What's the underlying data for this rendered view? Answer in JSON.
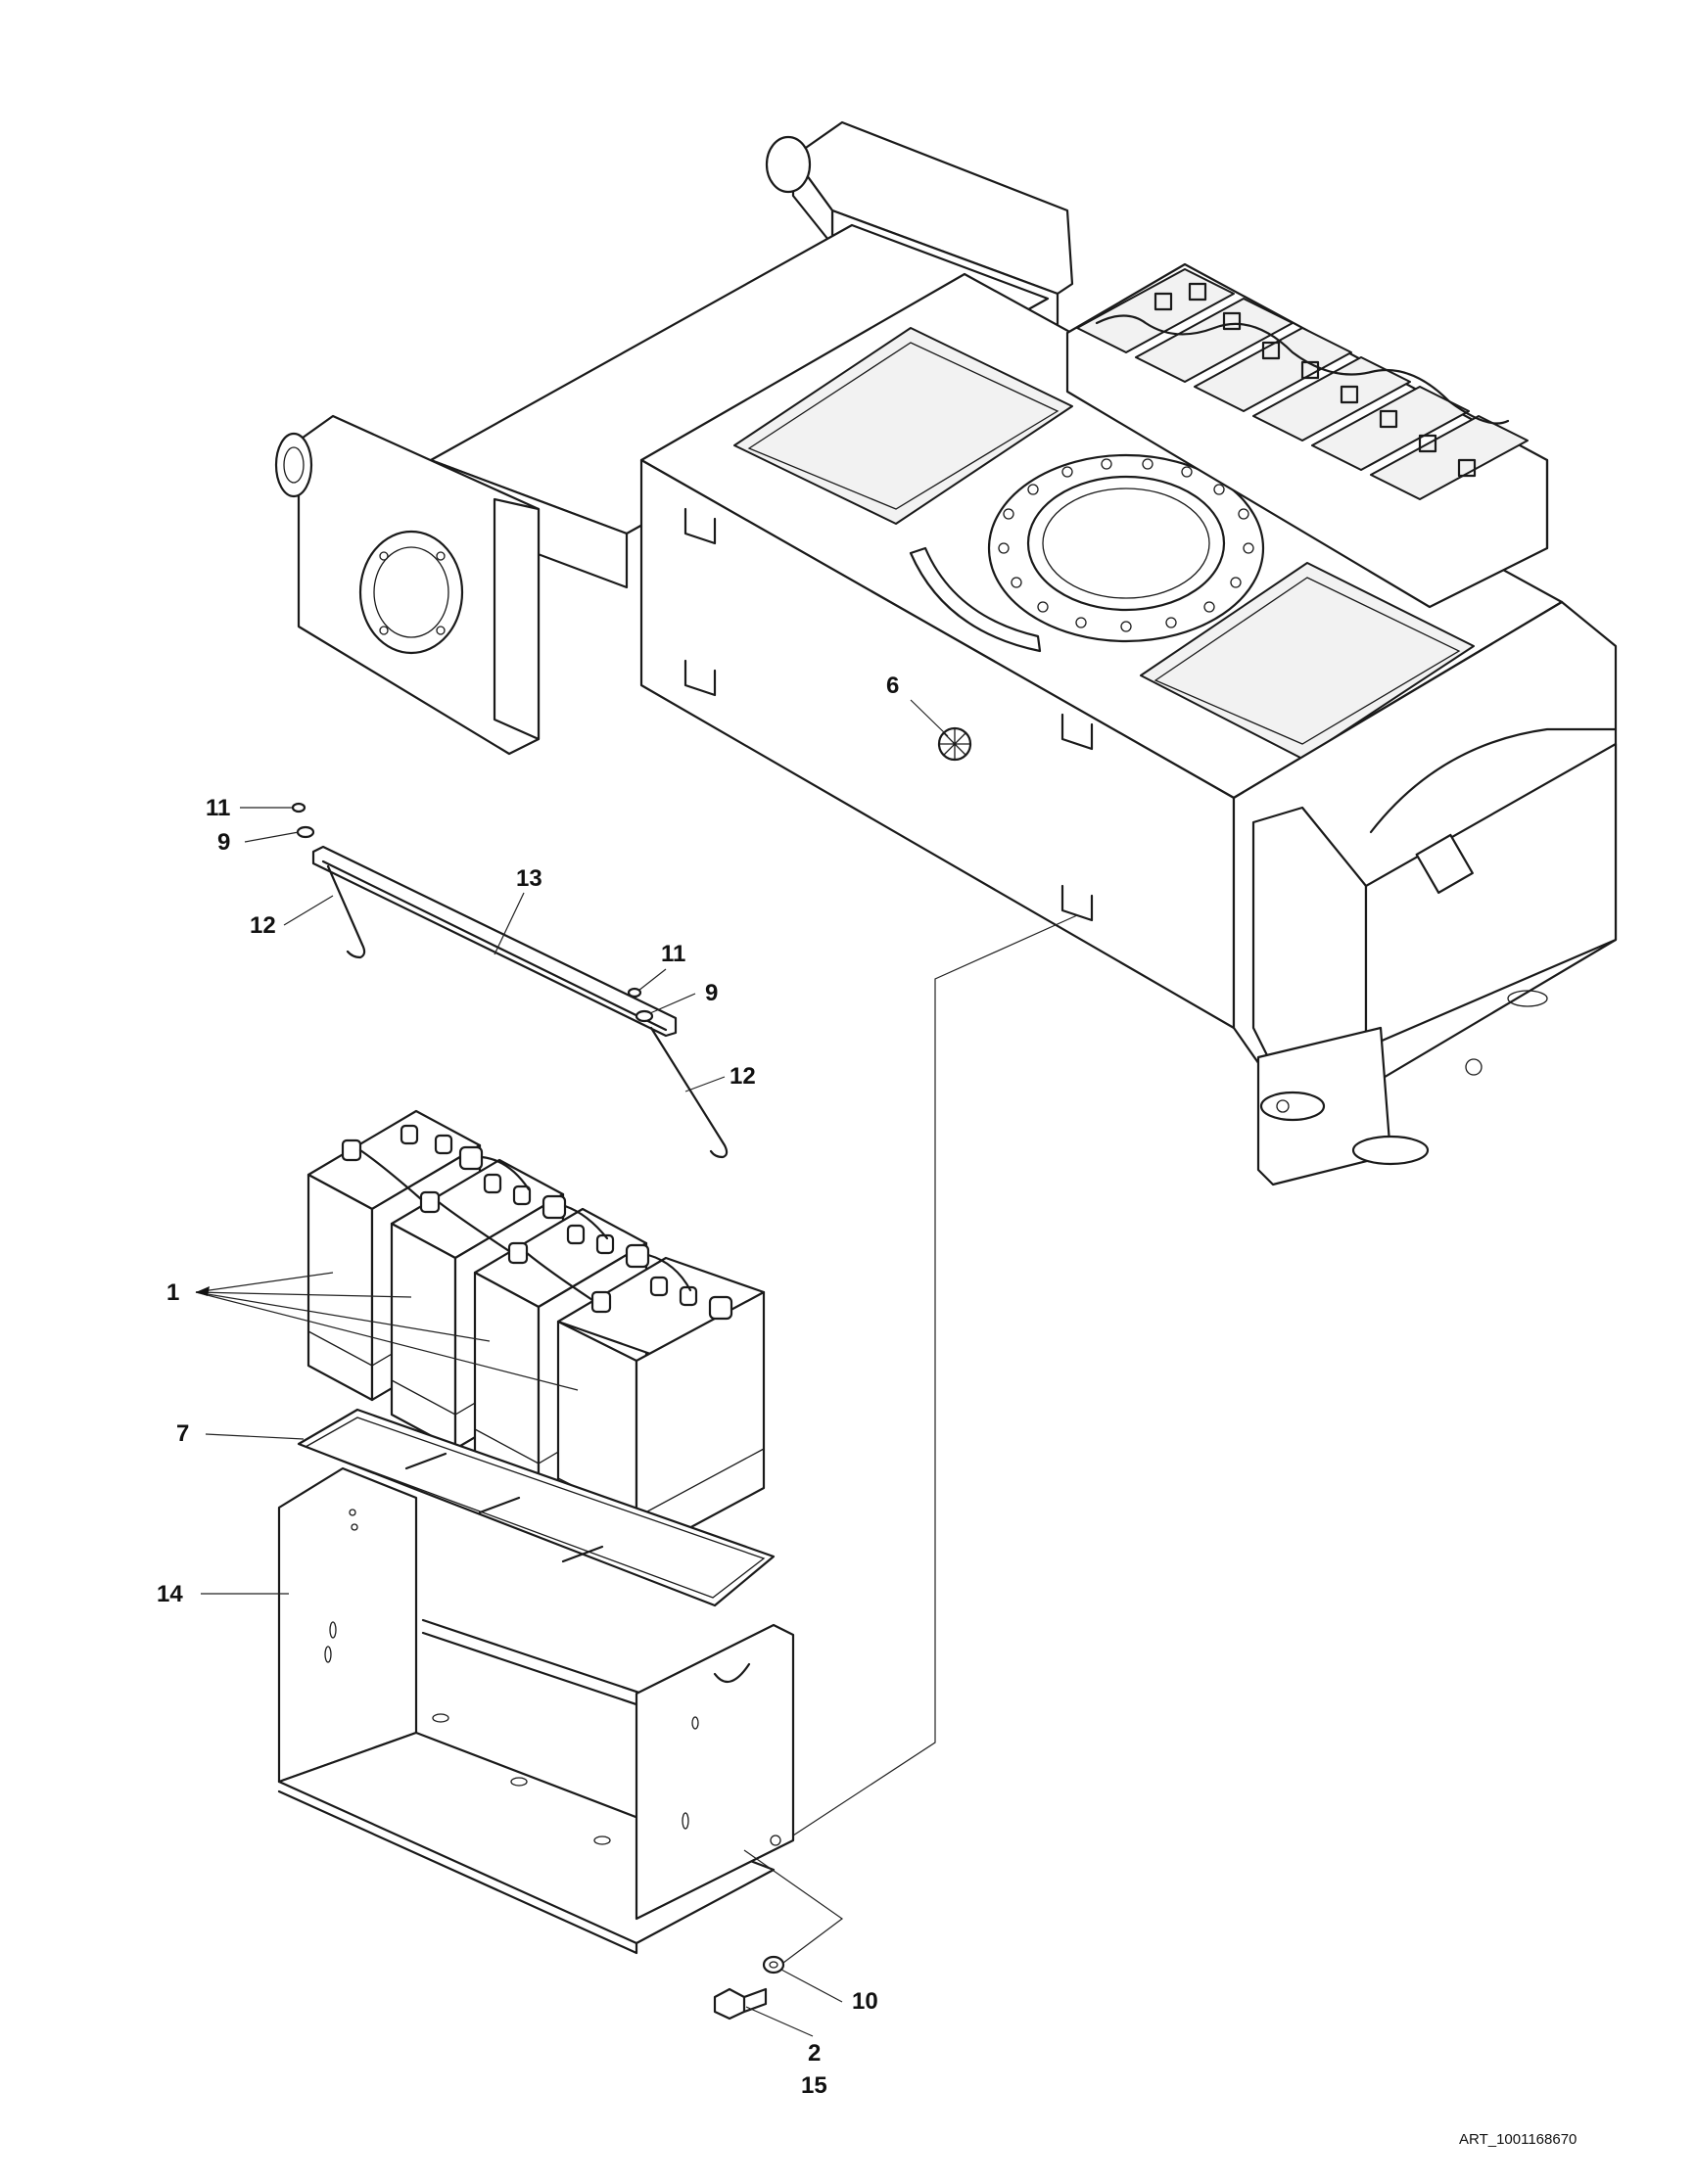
{
  "callouts": {
    "c1": "1",
    "c2": "2",
    "c6": "6",
    "c7": "7",
    "c9a": "9",
    "c9b": "9",
    "c10": "10",
    "c11a": "11",
    "c11b": "11",
    "c12a": "12",
    "c12b": "12",
    "c13": "13",
    "c14": "14",
    "c15": "15"
  },
  "art_id": "ART_1001168670"
}
